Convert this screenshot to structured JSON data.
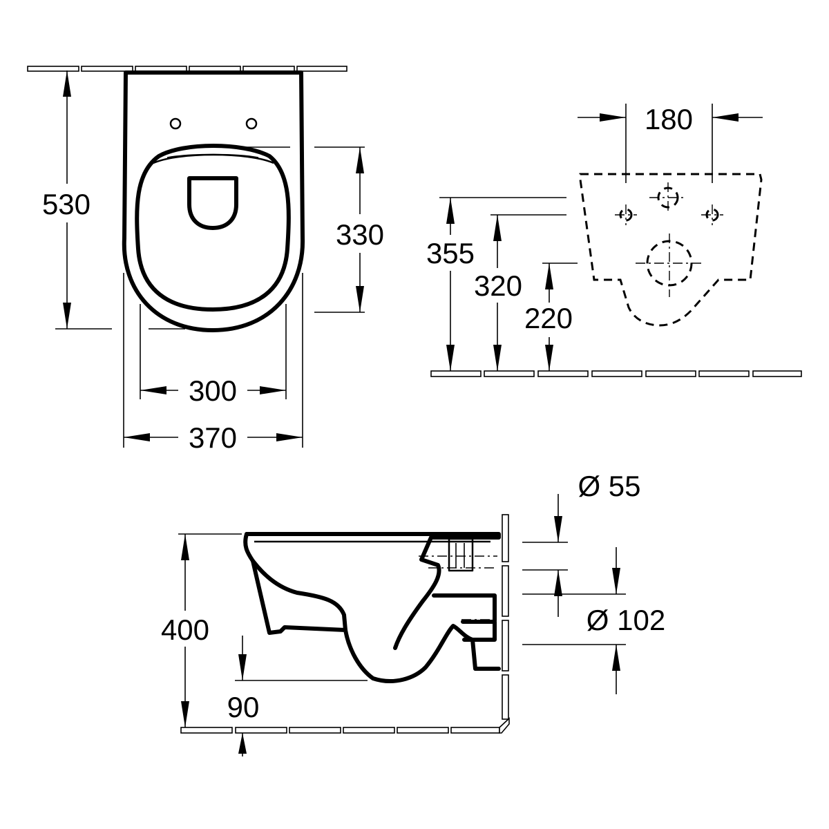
{
  "dimensions": {
    "front": {
      "height": "530",
      "seat_length": "330",
      "inner_width": "300",
      "outer_width": "370"
    },
    "rear": {
      "bolt_spacing": "180",
      "upper_height": "355",
      "bolt_height": "320",
      "outlet_height": "220"
    },
    "side": {
      "height": "400",
      "water_inlet": "Ø 55",
      "waste_outlet": "Ø 102",
      "rim_to_floor": "90"
    }
  }
}
